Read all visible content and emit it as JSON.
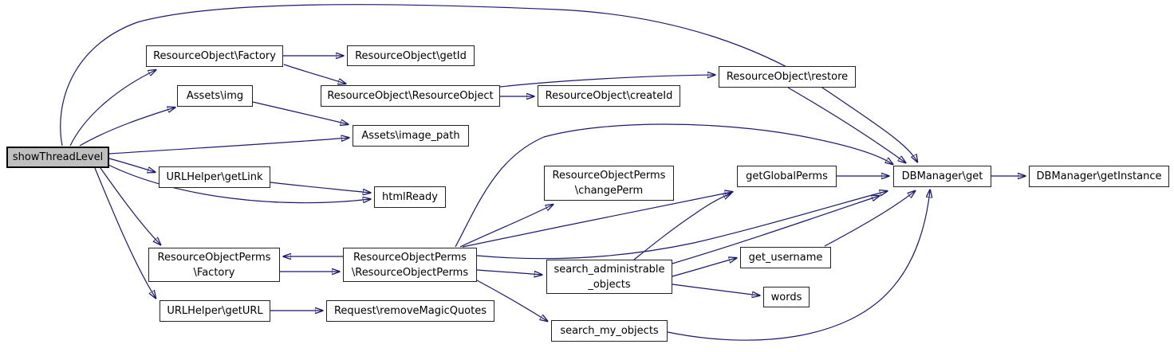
{
  "diagram": {
    "type": "call-graph",
    "root": "showThreadLevel",
    "colors": {
      "edge": "#191970",
      "node_border": "#222222",
      "node_fill": "#ffffff",
      "root_fill": "#bfbfbf",
      "text": "#000000",
      "background": "#ffffff"
    },
    "nodes": [
      {
        "id": "showThreadLevel",
        "label": "showThreadLevel"
      },
      {
        "id": "resourceobject-factory",
        "label": "ResourceObject\\Factory"
      },
      {
        "id": "resourceobject-getid",
        "label": "ResourceObject\\getId"
      },
      {
        "id": "assets-img",
        "label": "Assets\\img"
      },
      {
        "id": "resourceobject-resourceobject",
        "label": "ResourceObject\\ResourceObject"
      },
      {
        "id": "resourceobject-createid",
        "label": "ResourceObject\\createId"
      },
      {
        "id": "resourceobject-restore",
        "label": "ResourceObject\\restore"
      },
      {
        "id": "assets-image-path",
        "label": "Assets\\image_path"
      },
      {
        "id": "urlhelper-getlink",
        "label": "URLHelper\\getLink"
      },
      {
        "id": "htmlready",
        "label": "htmlReady"
      },
      {
        "id": "resourceobjectperms-changeperm",
        "label": "ResourceObjectPerms\n\\changePerm"
      },
      {
        "id": "getglobalperms",
        "label": "getGlobalPerms"
      },
      {
        "id": "dbmanager-get",
        "label": "DBManager\\get"
      },
      {
        "id": "dbmanager-getinstance",
        "label": "DBManager\\getInstance"
      },
      {
        "id": "resourceobjectperms-factory",
        "label": "ResourceObjectPerms\n\\Factory"
      },
      {
        "id": "resourceobjectperms-resourceobjectperms",
        "label": "ResourceObjectPerms\n\\ResourceObjectPerms"
      },
      {
        "id": "urlhelper-geturl",
        "label": "URLHelper\\getURL"
      },
      {
        "id": "request-removemagicquotes",
        "label": "Request\\removeMagicQuotes"
      },
      {
        "id": "search-administrable-objects",
        "label": "search_administrable\n_objects"
      },
      {
        "id": "get-username",
        "label": "get_username"
      },
      {
        "id": "words",
        "label": "words"
      },
      {
        "id": "search-my-objects",
        "label": "search_my_objects"
      }
    ],
    "edges": [
      {
        "from": "showThreadLevel",
        "to": "DBManager\\get"
      },
      {
        "from": "showThreadLevel",
        "to": "ResourceObject\\Factory"
      },
      {
        "from": "showThreadLevel",
        "to": "Assets\\img"
      },
      {
        "from": "showThreadLevel",
        "to": "Assets\\image_path"
      },
      {
        "from": "showThreadLevel",
        "to": "URLHelper\\getLink"
      },
      {
        "from": "showThreadLevel",
        "to": "htmlReady"
      },
      {
        "from": "showThreadLevel",
        "to": "ResourceObjectPerms\\Factory"
      },
      {
        "from": "showThreadLevel",
        "to": "URLHelper\\getURL"
      },
      {
        "from": "ResourceObject\\Factory",
        "to": "ResourceObject\\getId"
      },
      {
        "from": "ResourceObject\\Factory",
        "to": "ResourceObject\\ResourceObject"
      },
      {
        "from": "Assets\\img",
        "to": "Assets\\image_path"
      },
      {
        "from": "ResourceObject\\ResourceObject",
        "to": "ResourceObject\\createId"
      },
      {
        "from": "ResourceObject\\ResourceObject",
        "to": "ResourceObject\\restore"
      },
      {
        "from": "ResourceObject\\restore",
        "to": "DBManager\\get"
      },
      {
        "from": "DBManager\\get",
        "to": "DBManager\\getInstance"
      },
      {
        "from": "URLHelper\\getLink",
        "to": "htmlReady"
      },
      {
        "from": "URLHelper\\getURL",
        "to": "Request\\removeMagicQuotes"
      },
      {
        "from": "ResourceObjectPerms\\Factory",
        "to": "ResourceObjectPerms\\ResourceObjectPerms"
      },
      {
        "from": "ResourceObjectPerms\\ResourceObjectPerms",
        "to": "ResourceObjectPerms\\Factory"
      },
      {
        "from": "ResourceObjectPerms\\ResourceObjectPerms",
        "to": "ResourceObjectPerms\\changePerm"
      },
      {
        "from": "ResourceObjectPerms\\ResourceObjectPerms",
        "to": "getGlobalPerms"
      },
      {
        "from": "ResourceObjectPerms\\ResourceObjectPerms",
        "to": "DBManager\\get"
      },
      {
        "from": "ResourceObjectPerms\\ResourceObjectPerms",
        "to": "search_administrable_objects"
      },
      {
        "from": "ResourceObjectPerms\\ResourceObjectPerms",
        "to": "search_my_objects"
      },
      {
        "from": "search_administrable_objects",
        "to": "getGlobalPerms"
      },
      {
        "from": "search_administrable_objects",
        "to": "DBManager\\get"
      },
      {
        "from": "search_administrable_objects",
        "to": "get_username"
      },
      {
        "from": "search_administrable_objects",
        "to": "words"
      },
      {
        "from": "get_username",
        "to": "DBManager\\get"
      },
      {
        "from": "search_my_objects",
        "to": "DBManager\\get"
      },
      {
        "from": "getGlobalPerms",
        "to": "DBManager\\get"
      }
    ]
  }
}
